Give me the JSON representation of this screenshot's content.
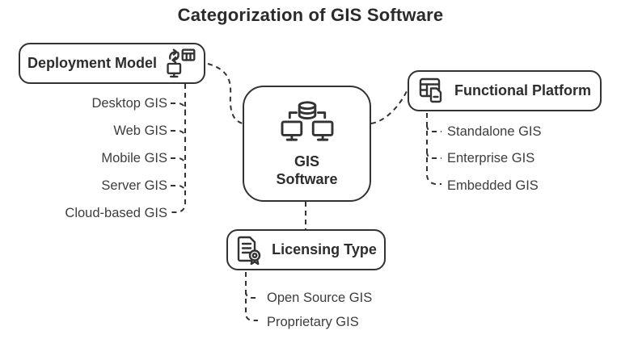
{
  "title": "Categorization of GIS Software",
  "center": {
    "label": "GIS Software",
    "icon": "database-two-monitors-icon"
  },
  "branches": {
    "deployment": {
      "label": "Deployment Model",
      "icon": "monitor-sync-table-icon",
      "items": [
        "Desktop GIS",
        "Web GIS",
        "Mobile GIS",
        "Server GIS",
        "Cloud-based GIS"
      ]
    },
    "functional": {
      "label": "Functional Platform",
      "icon": "table-document-icon",
      "items": [
        "Standalone GIS",
        "Enterprise GIS",
        "Embedded GIS"
      ]
    },
    "licensing": {
      "label": "Licensing Type",
      "icon": "certificate-document-icon",
      "items": [
        "Open Source GIS",
        "Proprietary GIS"
      ]
    }
  },
  "colors": {
    "stroke": "#333333",
    "heading_text": "#2b2b2b",
    "node_text": "#2d2d2d",
    "leaf_text": "#3d3d3d",
    "background": "#ffffff"
  }
}
